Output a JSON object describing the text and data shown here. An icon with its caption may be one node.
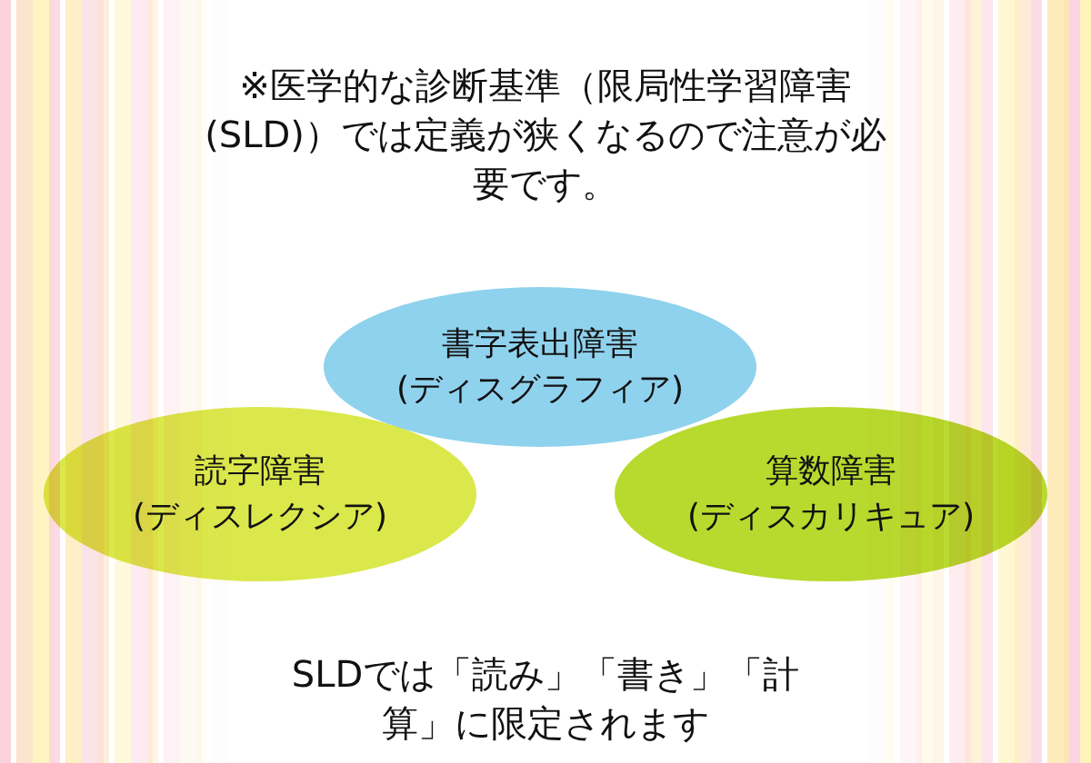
{
  "diagram": {
    "nodes": [
      {
        "text": [
          "書字表出障害",
          "(ディスグラフィア)"
        ]
      },
      {
        "text": [
          "読字障害",
          "(ディスレクシア)"
        ]
      },
      {
        "text": [
          "算数障害",
          "(ディスカリキュア)"
        ]
      }
    ],
    "labels": [
      "※医学的な診断基準（限局性学習障害(SLD)）では定義が狭くなるので注意が必要です。",
      "SLDでは「読み」「書き」「計算」に限定されます"
    ]
  }
}
